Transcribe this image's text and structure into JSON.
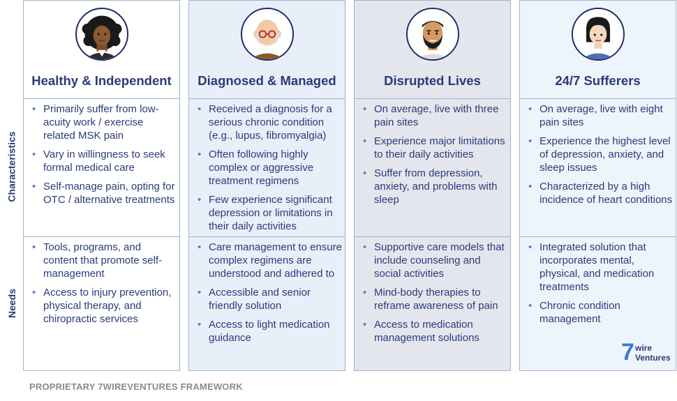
{
  "row_labels": {
    "characteristics": "Characteristics",
    "needs": "Needs"
  },
  "columns": [
    {
      "title": "Healthy & Independent",
      "avatar_icon": "woman-curly-hair-avatar-icon",
      "background": "#ffffff",
      "characteristics": [
        "Primarily suffer from low-acuity work / exercise related MSK pain",
        "Vary in willingness to seek formal medical care",
        "Self-manage pain, opting for OTC / alternative treatments"
      ],
      "needs": [
        "Tools, programs, and content that promote self-management",
        "Access to injury prevention, physical therapy, and chiropractic services"
      ]
    },
    {
      "title": "Diagnosed & Managed",
      "avatar_icon": "bald-man-glasses-avatar-icon",
      "background": "#e8eff9",
      "characteristics": [
        "Received a diagnosis for a serious chronic condition (e.g., lupus, fibromyalgia)",
        "Often following highly complex or aggressive treatment regimens",
        "Few experience significant depression or limitations in their daily activities"
      ],
      "needs": [
        "Care management to ensure complex regimens are understood and adhered to",
        "Accessible and senior friendly solution",
        "Access to light medication guidance"
      ]
    },
    {
      "title": "Disrupted Lives",
      "avatar_icon": "bearded-man-avatar-icon",
      "background": "#e4e6ee",
      "characteristics": [
        "On average, live with three pain sites",
        "Experience major limitations to their daily activities",
        "Suffer from depression, anxiety, and problems with sleep"
      ],
      "needs": [
        "Supportive care models that include counseling and social activities",
        "Mind-body therapies to reframe awareness of pain",
        "Access to medication management solutions"
      ]
    },
    {
      "title": "24/7 Sufferers",
      "avatar_icon": "woman-bob-hair-avatar-icon",
      "background": "#eef4fb",
      "characteristics": [
        "On average, live with eight pain sites",
        "Experience the highest level of depression, anxiety, and sleep issues",
        "Characterized by a high incidence of heart conditions"
      ],
      "needs": [
        "Integrated solution that incorporates mental, physical, and medication treatments",
        "Chronic condition management"
      ]
    }
  ],
  "footer": "PROPRIETARY 7WIREVENTURES FRAMEWORK",
  "logo": {
    "mark": "7",
    "word1": "wire",
    "word2": "Ventures"
  }
}
